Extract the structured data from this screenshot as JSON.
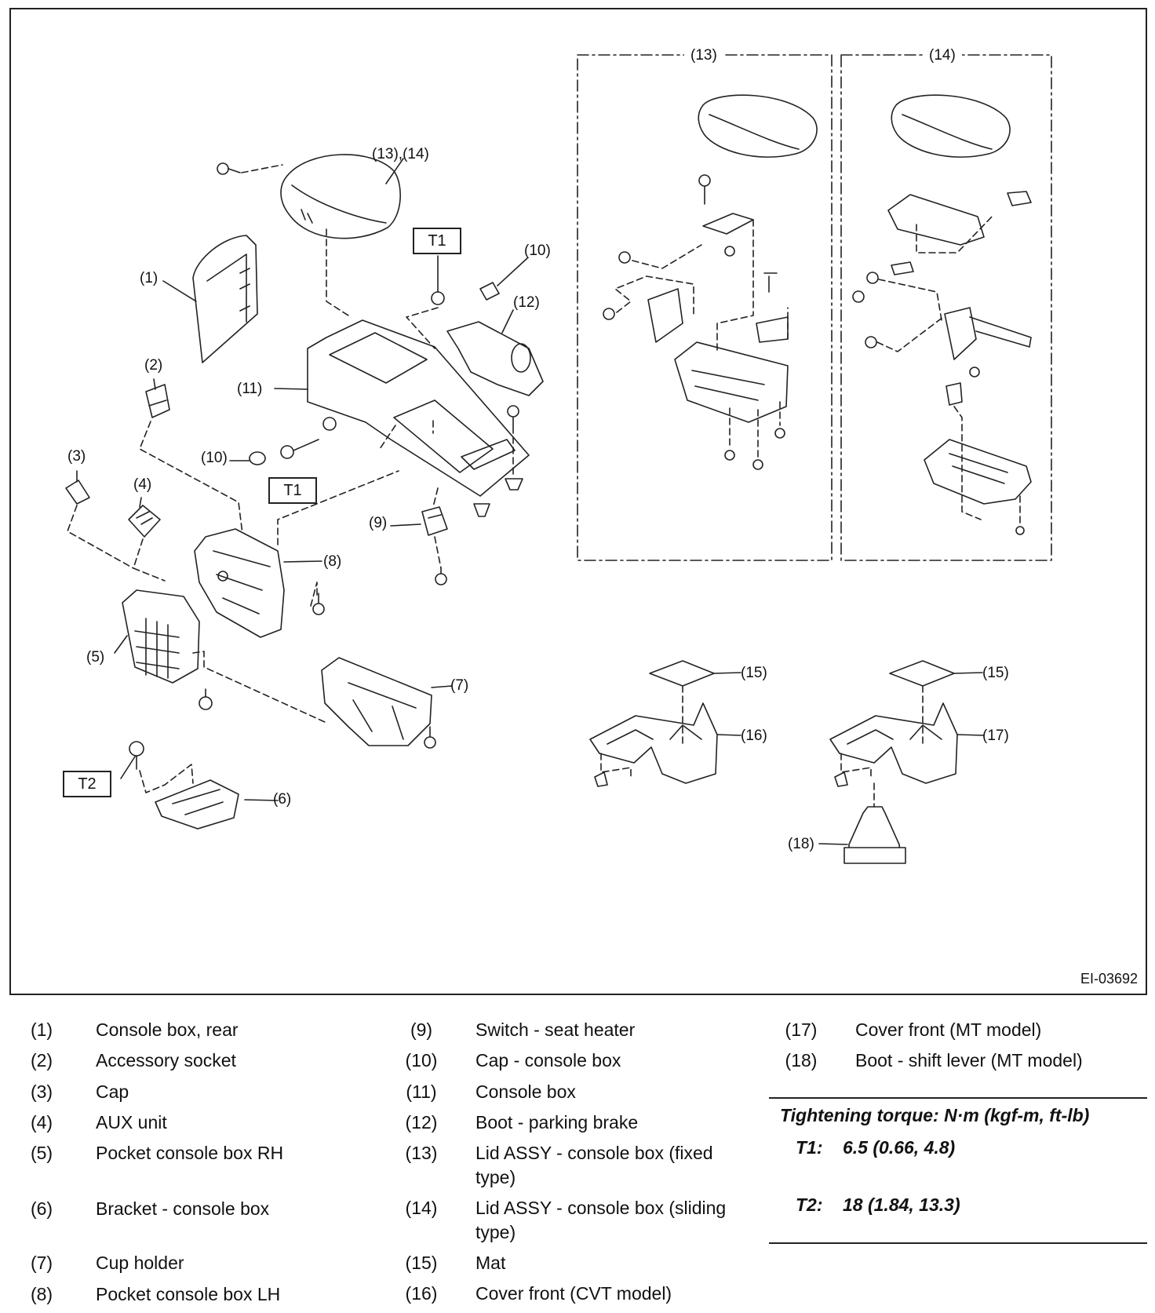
{
  "diagram": {
    "code": "EI-03692",
    "box_labels": {
      "lid_fixed": "(13)",
      "lid_sliding": "(14)"
    },
    "callouts": {
      "lid_combined": "(13),(14)",
      "c1": "(1)",
      "c2": "(2)",
      "c3": "(3)",
      "c4": "(4)",
      "c5": "(5)",
      "c6": "(6)",
      "c7": "(7)",
      "c8": "(8)",
      "c9": "(9)",
      "c10a": "(10)",
      "c10b": "(10)",
      "c11": "(11)",
      "c12": "(12)",
      "c15a": "(15)",
      "c15b": "(15)",
      "c16": "(16)",
      "c17": "(17)",
      "c18": "(18)"
    },
    "torque_tags": {
      "t1_top": "T1",
      "t1_bottom": "T1",
      "t2": "T2"
    }
  },
  "legend": {
    "col1": [
      {
        "num": "(1)",
        "text": "Console box, rear"
      },
      {
        "num": "(2)",
        "text": "Accessory socket"
      },
      {
        "num": "(3)",
        "text": "Cap"
      },
      {
        "num": "(4)",
        "text": "AUX unit"
      },
      {
        "num": "(5)",
        "text": "Pocket console box RH"
      },
      {
        "num": "(6)",
        "text": "Bracket - console box"
      },
      {
        "num": "(7)",
        "text": "Cup holder"
      },
      {
        "num": "(8)",
        "text": "Pocket console box LH"
      }
    ],
    "col2": [
      {
        "num": "(9)",
        "text": "Switch - seat heater"
      },
      {
        "num": "(10)",
        "text": "Cap - console box"
      },
      {
        "num": "(11)",
        "text": "Console box"
      },
      {
        "num": "(12)",
        "text": "Boot - parking brake"
      },
      {
        "num": "(13)",
        "text": "Lid ASSY - console box (fixed type)"
      },
      {
        "num": "(14)",
        "text": "Lid ASSY - console box (sliding type)"
      },
      {
        "num": "(15)",
        "text": "Mat"
      },
      {
        "num": "(16)",
        "text": "Cover front (CVT model)"
      }
    ],
    "col3": [
      {
        "num": "(17)",
        "text": "Cover front (MT model)"
      },
      {
        "num": "(18)",
        "text": "Boot - shift lever (MT model)"
      }
    ]
  },
  "torque": {
    "title": "Tightening torque: N·m (kgf-m, ft-lb)",
    "items": [
      {
        "key": "T1:",
        "value": "6.5 (0.66, 4.8)"
      },
      {
        "key": "T2:",
        "value": "18 (1.84, 13.3)"
      }
    ]
  }
}
